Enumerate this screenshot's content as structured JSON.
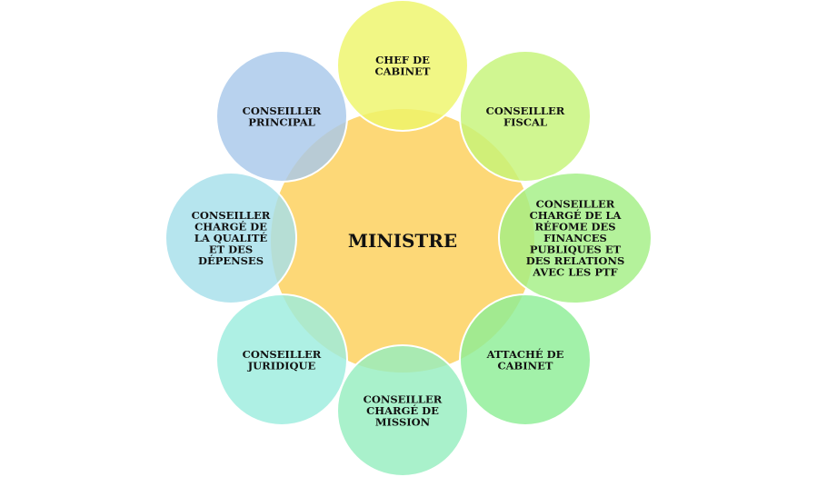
{
  "center": {
    "label": "MINISTRE",
    "color": "#fdd877"
  },
  "nodes": [
    {
      "id": "chef-de-cabinet",
      "lines": [
        "CHEF DE",
        "CABINET"
      ],
      "color": "#eef56a"
    },
    {
      "id": "conseiller-fiscal",
      "lines": [
        "CONSEILLER",
        "FISCAL"
      ],
      "color": "#c6f479"
    },
    {
      "id": "conseiller-reforme",
      "lines": [
        "CONSEILLER",
        "CHARGÉ DE LA",
        "RÉFOME DES",
        "FINANCES",
        "PUBLIQUES ET",
        "DES RELATIONS",
        "AVEC LES PTF"
      ],
      "color": "#a3ef85"
    },
    {
      "id": "attache-de-cabinet",
      "lines": [
        "ATTACHÉ DE",
        "CABINET"
      ],
      "color": "#8eee96"
    },
    {
      "id": "conseiller-mission",
      "lines": [
        "CONSEILLER",
        "CHARGÉ  DE",
        "MISSION"
      ],
      "color": "#96eec0"
    },
    {
      "id": "conseiller-juridique",
      "lines": [
        "CONSEILLER",
        "JURIDIQUE"
      ],
      "color": "#9cedde"
    },
    {
      "id": "conseiller-qualite",
      "lines": [
        "CONSEILLER",
        "CHARGÉ DE",
        "LA QUALITÉ",
        "ET DES",
        "DÉPENSES"
      ],
      "color": "#a6dfea"
    },
    {
      "id": "conseiller-principal",
      "lines": [
        "CONSEILLER",
        "PRINCIPAL"
      ],
      "color": "#a8c8ea"
    }
  ]
}
